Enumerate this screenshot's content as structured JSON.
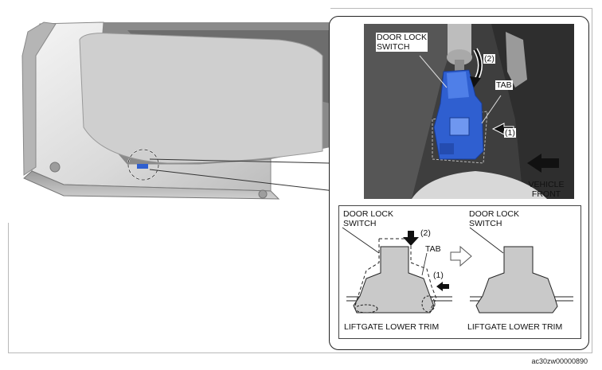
{
  "labels": {
    "photo_switch_line1": "DOOR LOCK",
    "photo_switch_line2": "SWITCH",
    "photo_step2": "(2)",
    "photo_tab": "TAB",
    "photo_step1": "(1)",
    "vehicle_front_line1": "VEHICLE",
    "vehicle_front_line2": "FRONT",
    "before_switch_line1": "DOOR LOCK",
    "before_switch_line2": "SWITCH",
    "before_step2": "(2)",
    "before_tab": "TAB",
    "before_step1": "(1)",
    "before_trim": "LIFTGATE LOWER TRIM",
    "after_switch_line1": "DOOR LOCK",
    "after_switch_line2": "SWITCH",
    "after_trim": "LIFTGATE LOWER TRIM"
  },
  "figure_code": "ac30zw00000890",
  "colors": {
    "switch_blue": "#2f5fd0",
    "part_gray": "#c9c9c9",
    "photo_dark": "#4a4a4a"
  }
}
